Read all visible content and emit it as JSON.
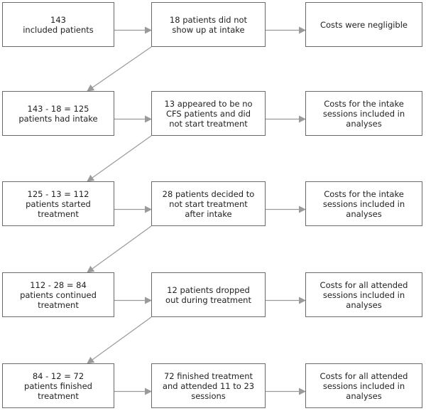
{
  "rows": [
    {
      "left": [
        "143",
        "included patients"
      ],
      "middle": [
        "18 patients did not",
        "show up at intake"
      ],
      "right": [
        "Costs were negligible"
      ]
    },
    {
      "left": [
        "143 - 18 = 125",
        "patients had intake"
      ],
      "middle": [
        "13 appeared to be no",
        "CFS patients and did",
        "not start treatment"
      ],
      "right": [
        "Costs for the intake",
        "sessions included in",
        "analyses"
      ]
    },
    {
      "left": [
        "125 - 13 = 112",
        "patients started",
        "treatment"
      ],
      "middle": [
        "28 patients decided to",
        "not start treatment",
        "after intake"
      ],
      "right": [
        "Costs for the intake",
        "sessions included in",
        "analyses"
      ]
    },
    {
      "left": [
        "112 - 28 = 84",
        "patients continued",
        "treatment"
      ],
      "middle": [
        "12 patients dropped",
        "out during treatment"
      ],
      "right": [
        "Costs for all attended",
        "sessions included in",
        "analyses"
      ]
    },
    {
      "left": [
        "84 - 12 = 72",
        "patients finished",
        "treatment"
      ],
      "middle": [
        "72 finished treatment",
        "and attended 11 to 23",
        "sessions"
      ],
      "right": [
        "Costs for all attended",
        "sessions included in",
        "analyses"
      ]
    }
  ]
}
